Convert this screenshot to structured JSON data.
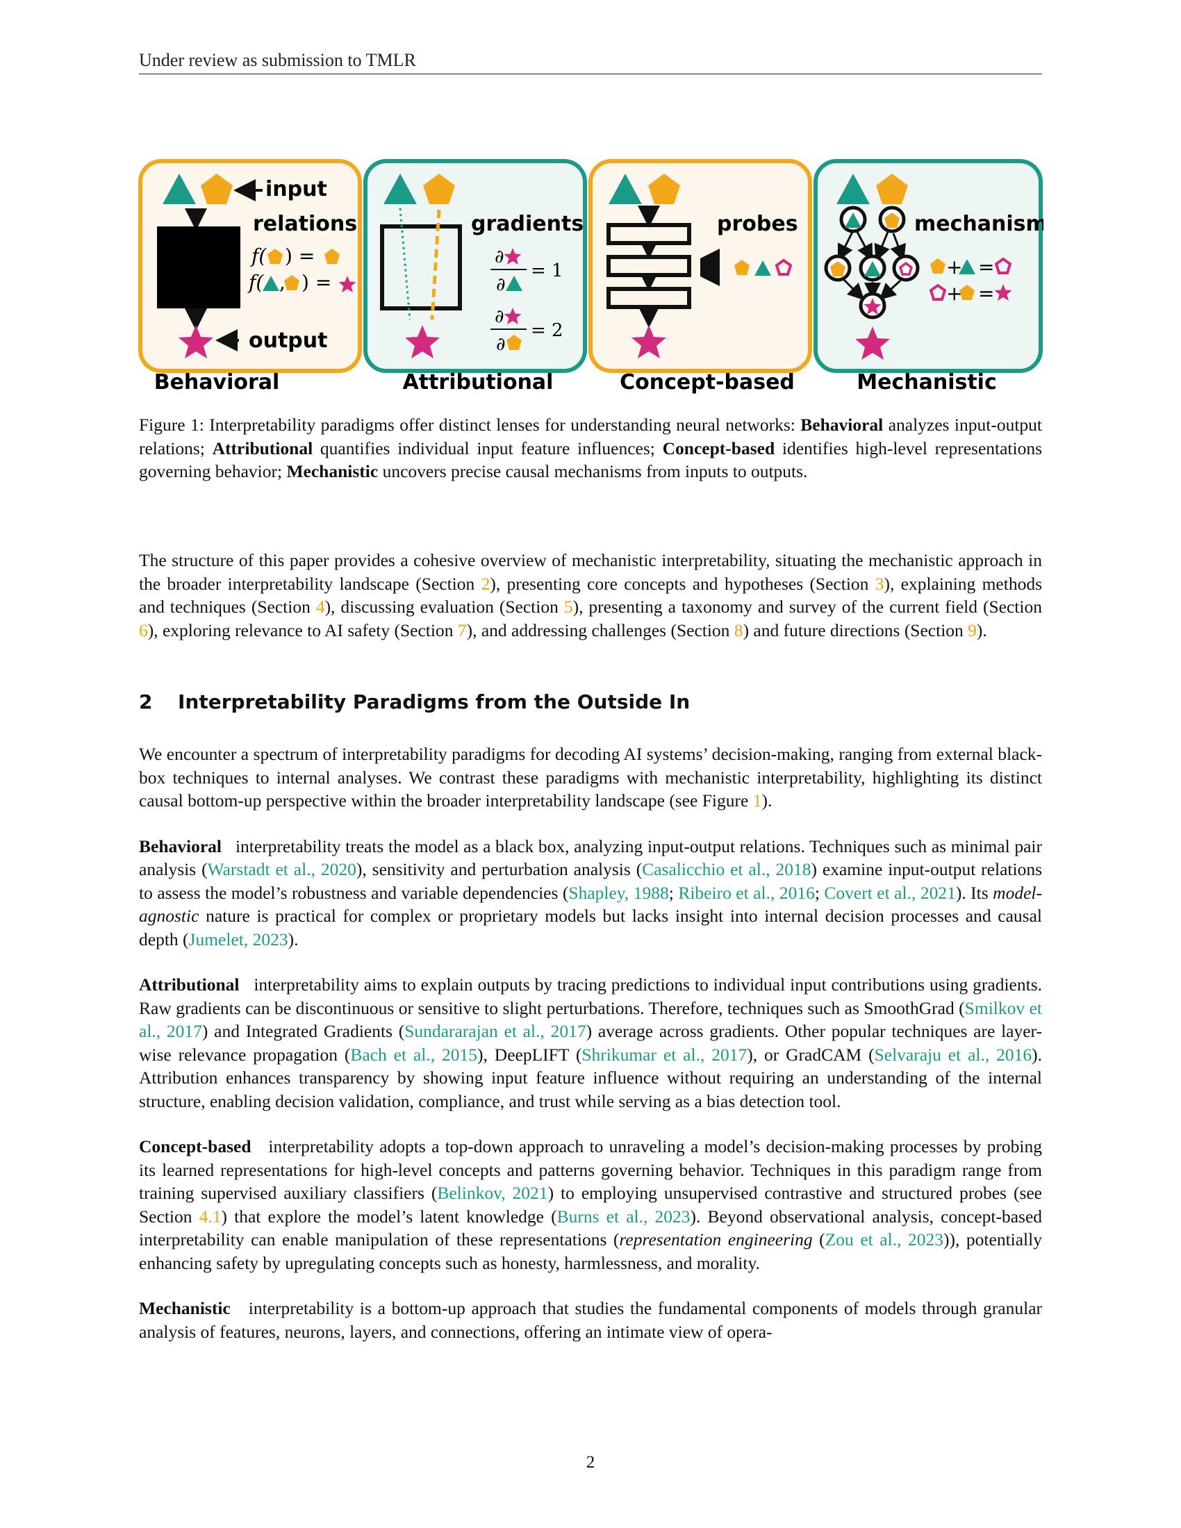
{
  "header": {
    "running_title": "Under review as submission to TMLR"
  },
  "figure": {
    "panels": [
      {
        "label": "Behavioral",
        "texts": [
          "input",
          "relations",
          "output"
        ],
        "border": "#f3a81c",
        "fill": "#fdf6ec"
      },
      {
        "label": "Attributional",
        "texts": [
          "gradients"
        ],
        "border": "#1a9b87",
        "fill": "#eef6f3"
      },
      {
        "label": "Concept-based",
        "texts": [
          "probes"
        ],
        "border": "#f3a81c",
        "fill": "#fdf6ec"
      },
      {
        "label": "Mechanistic",
        "texts": [
          "mechanism"
        ],
        "border": "#1a9b87",
        "fill": "#eef6f3"
      }
    ],
    "colors": {
      "teal": "#1a9b87",
      "orange": "#f3a81c",
      "magenta": "#d12a7f"
    },
    "formulas": {
      "eq1_rhs": "= 1",
      "eq2_rhs": "= 2",
      "op_eq": "=",
      "op_plus": "+",
      "f": "f",
      "partial": "∂"
    }
  },
  "caption": {
    "prefix": "Figure 1: Interpretability paradigms offer distinct lenses for understanding neural networks: ",
    "b1": "Behavioral",
    "t1": " analyzes input-output relations; ",
    "b2": "Attributional",
    "t2": " quantifies individual input feature influences; ",
    "b3": "Concept-based",
    "t3": " identifies high-level representations governing behavior; ",
    "b4": "Mechanistic",
    "t4": " uncovers precise causal mechanisms from inputs to outputs."
  },
  "structure_paragraph": {
    "s1": "The structure of this paper provides a cohesive overview of mechanistic interpretability, situating the mechanistic approach in the broader interpretability landscape (Section ",
    "r1": "2",
    "s2": "), presenting core concepts and hypotheses (Section ",
    "r2": "3",
    "s3": "), explaining methods and techniques (Section ",
    "r3": "4",
    "s4": "), discussing evaluation (Section ",
    "r4": "5",
    "s5": "), presenting a taxonomy and survey of the current field (Section ",
    "r5": "6",
    "s6": "), exploring relevance to AI safety (Section ",
    "r6": "7",
    "s7": "), and addressing challenges (Section ",
    "r7": "8",
    "s8": ") and future directions (Section ",
    "r8": "9",
    "s9": ")."
  },
  "section": {
    "number": "2",
    "title": "Interpretability Paradigms from the Outside In"
  },
  "intro_paragraph": {
    "t1": "We encounter a spectrum of interpretability paradigms for decoding AI systems’ decision-making, ranging from external black-box techniques to internal analyses. We contrast these paradigms with mechanistic interpretability, highlighting its distinct causal bottom-up perspective within the broader interpretability landscape (see Figure ",
    "r1": "1",
    "t2": ")."
  },
  "behavioral_paragraph": {
    "lead": "Behavioral",
    "t1": "interpretability treats the model as a black box, analyzing input-output relations. Techniques such as minimal pair analysis (",
    "c1": "Warstadt et al., 2020",
    "t2": "), sensitivity and perturbation analysis (",
    "c2": "Casalicchio et al., 2018",
    "t3": ") examine input-output relations to assess the model’s robustness and variable dependencies (",
    "c3": "Shapley, 1988",
    "t4": "; ",
    "c4": "Ribeiro et al., 2016",
    "t5": "; ",
    "c5": "Covert et al., 2021",
    "t6": "). Its ",
    "i1": "model-agnostic",
    "t7": " nature is practical for complex or proprietary models but lacks insight into internal decision processes and causal depth (",
    "c6": "Jumelet, 2023",
    "t8": ")."
  },
  "attributional_paragraph": {
    "lead": "Attributional",
    "t1": "interpretability aims to explain outputs by tracing predictions to individual input contributions using gradients. Raw gradients can be discontinuous or sensitive to slight perturbations. Therefore, techniques such as SmoothGrad (",
    "c1": "Smilkov et al., 2017",
    "t2": ") and Integrated Gradients (",
    "c2": "Sundararajan et al., 2017",
    "t3": ") average across gradients. Other popular techniques are layer-wise relevance propagation (",
    "c3": "Bach et al., 2015",
    "t4": "), DeepLIFT (",
    "c4": "Shrikumar et al., 2017",
    "t5": "), or GradCAM (",
    "c5": "Selvaraju et al., 2016",
    "t6": "). Attribution enhances transparency by showing input feature influence without requiring an understanding of the internal structure, enabling decision validation, compliance, and trust while serving as a bias detection tool."
  },
  "concept_paragraph": {
    "lead": "Concept-based",
    "t1": "interpretability adopts a top-down approach to unraveling a model’s decision-making processes by probing its learned representations for high-level concepts and patterns governing behavior. Techniques in this paradigm range from training supervised auxiliary classifiers (",
    "c1": "Belinkov, 2021",
    "t2": ") to employing unsupervised contrastive and structured probes (see Section ",
    "r1": "4.1",
    "t3": ") that explore the model’s latent knowledge (",
    "c2": "Burns et al., 2023",
    "t4": "). Beyond observational analysis, concept-based interpretability can enable manipulation of these representations (",
    "i1": "representation engineering",
    "t5": " (",
    "c3": "Zou et al., 2023",
    "t6": ")), potentially enhancing safety by upregulating concepts such as honesty, harmlessness, and morality."
  },
  "mechanistic_paragraph": {
    "lead": "Mechanistic",
    "t1": "interpretability is a bottom-up approach that studies the fundamental components of models through granular analysis of features, neurons, layers, and connections, offering an intimate view of opera-"
  },
  "page_number": "2"
}
